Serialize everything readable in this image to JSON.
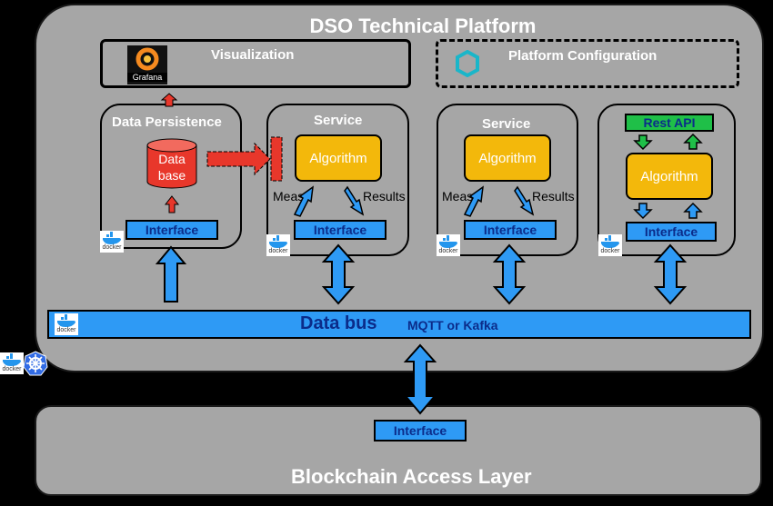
{
  "title": "DSO Technical Platform",
  "visualization": {
    "label": "Visualization",
    "grafana_label": "Grafana"
  },
  "platform_configuration": {
    "label": "Platform Configuration"
  },
  "data_persistence": {
    "label": "Data Persistence",
    "db_line1": "Data",
    "db_line2": "base",
    "interface": "Interface"
  },
  "service1": {
    "label": "Service",
    "algorithm": "Algorithm",
    "meas": "Meas.",
    "results": "Results",
    "interface": "Interface"
  },
  "service2": {
    "label": "Service",
    "algorithm": "Algorithm",
    "meas": "Meas.",
    "results": "Results",
    "interface": "Interface"
  },
  "rest_service": {
    "rest_api": "Rest API",
    "algorithm": "Algorithm",
    "interface": "Interface"
  },
  "docker_label": "docker",
  "data_bus": {
    "label": "Data bus",
    "sub": "MQTT or Kafka"
  },
  "blockchain": {
    "interface": "Interface",
    "title": "Blockchain Access Layer"
  },
  "colors": {
    "interface_blue": "#2e9af5",
    "algorithm_orange": "#f3b80b",
    "database_red": "#e8372b",
    "rest_green": "#1fbf48",
    "panel_gray": "#a6a6a6"
  }
}
